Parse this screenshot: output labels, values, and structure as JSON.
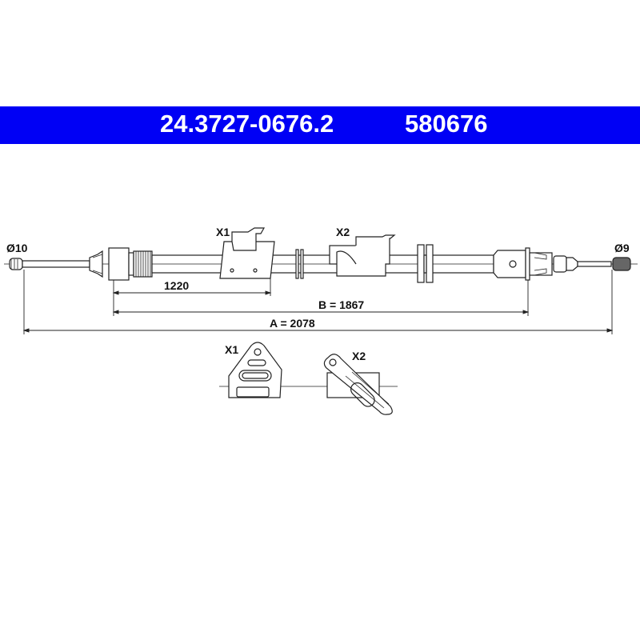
{
  "header": {
    "part_number": "24.3727-0676.2",
    "ref_number": "580676",
    "background_color": "#0000f5"
  },
  "diagram": {
    "left_end_label": "Ø10",
    "right_end_label": "Ø9",
    "clip_x1_label": "X1",
    "clip_x2_label": "X2",
    "dim_1220_label": "1220",
    "dim_b_label": "B = 1867",
    "dim_a_label": "A = 2078",
    "detail_x1_label": "X1",
    "detail_x2_label": "X2"
  }
}
